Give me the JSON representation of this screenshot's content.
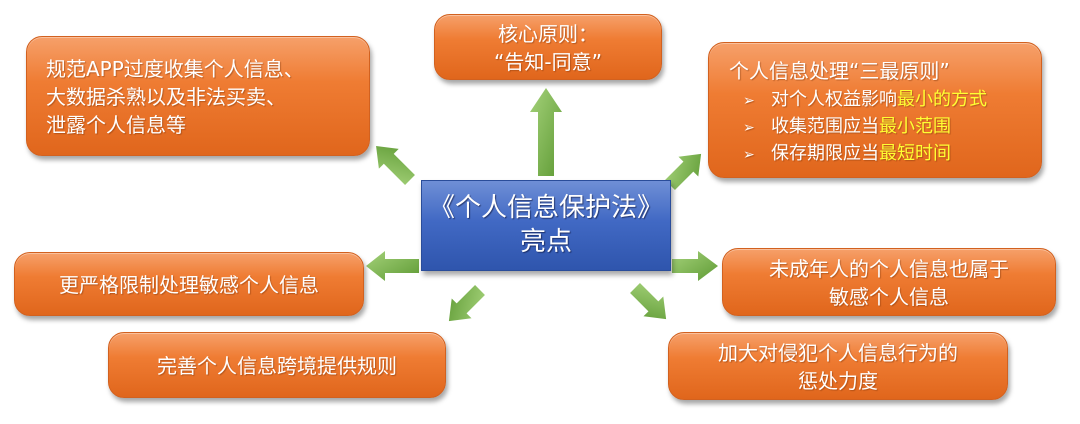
{
  "diagram": {
    "center": {
      "line1": "《个人信息保护法》",
      "line2": "亮点"
    },
    "top": {
      "line1": "核心原则：",
      "line2": "“告知-同意”"
    },
    "top_left": {
      "lines": [
        "规范APP过度收集个人信息、",
        "大数据杀熟以及非法买卖、",
        "泄露个人信息等"
      ]
    },
    "top_right": {
      "title": "个人信息处理“三最原则”",
      "bullet_glyph": "➢",
      "bullets": [
        {
          "text": "对个人权益影响",
          "highlight": "最小的方式"
        },
        {
          "text": "收集范围应当",
          "highlight": "最小范围"
        },
        {
          "text": "保存期限应当",
          "highlight": "最短时间"
        }
      ]
    },
    "left": {
      "text": "更严格限制处理敏感个人信息"
    },
    "right": {
      "lines": [
        "未成年人的个人信息也属于",
        "敏感个人信息"
      ]
    },
    "bottom_left": {
      "text": "完善个人信息跨境提供规则"
    },
    "bottom_right": {
      "lines": [
        "加大对侵犯个人信息行为的",
        "惩处力度"
      ]
    },
    "colors": {
      "box_fill": "#ef7c33",
      "center_fill": "#4169c4",
      "arrow_fill": "#7bb14a",
      "highlight_text": "#ffff33"
    }
  }
}
